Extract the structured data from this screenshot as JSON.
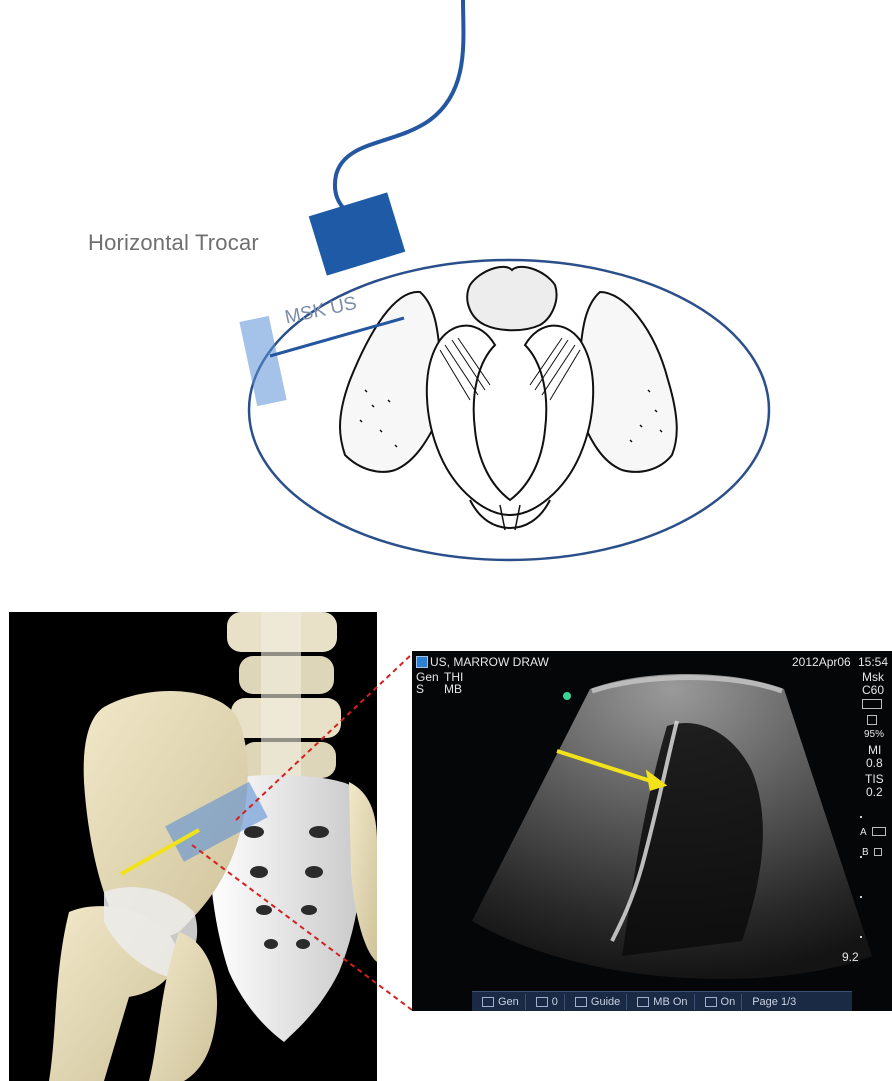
{
  "diagram": {
    "label_horizontal_trocar": "Horizontal Trocar",
    "label_msk_us": "MSK US"
  },
  "ultrasound": {
    "header_title": "US, MARROW DRAW",
    "date": "2012Apr06",
    "time": "15:54",
    "mode_row1_a": "Gen",
    "mode_row1_b": "THI",
    "mode_row2_a": "S",
    "mode_row2_b": "MB",
    "preset": "Msk",
    "probe": "C60",
    "gain_percent": "95%",
    "mi_label": "MI",
    "mi_value": "0.8",
    "tis_label": "TIS",
    "tis_value": "0.2",
    "marker_a": "A",
    "marker_b": "B",
    "depth": "9.2",
    "bottom_bar": {
      "gen": "Gen",
      "zero": "0",
      "guide": "Guide",
      "mb_on": "MB On",
      "on": "On",
      "page": "Page 1/3"
    }
  },
  "colors": {
    "probe_blue": "#1f5aa6",
    "cable_blue": "#2457a0",
    "ellipse_stroke": "#2a4f8a",
    "needle_yellow": "#f1e21a",
    "connector_red": "#d32020",
    "transducer_translucent": "#5b8fd6"
  },
  "icons": [
    "pelvis-illustration",
    "ultrasound-probe-icon",
    "needle-arrow-icon"
  ]
}
